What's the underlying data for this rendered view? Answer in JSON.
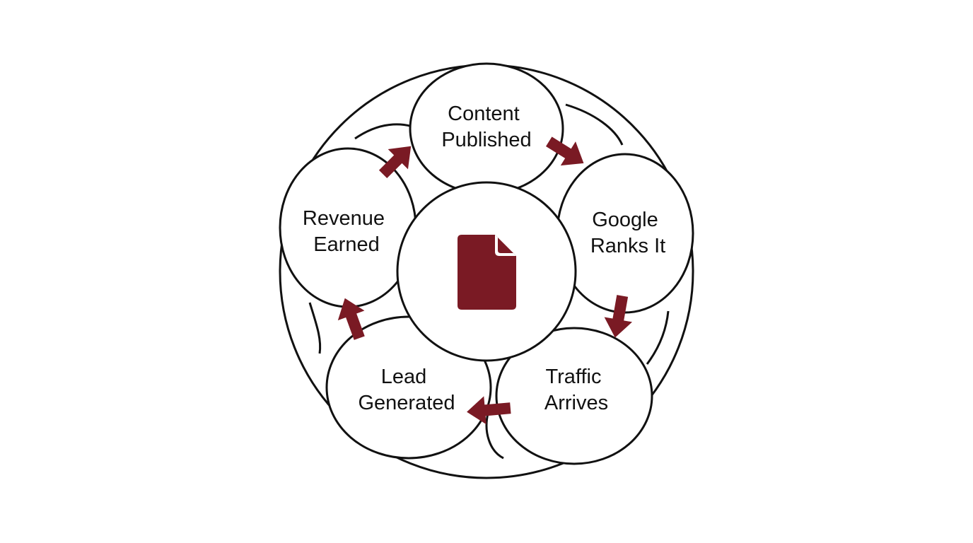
{
  "diagram": {
    "type": "cycle",
    "center_icon": "document-icon",
    "accent_color": "#7a1a24",
    "outline_color": "#111111",
    "stages": [
      {
        "id": "content-published",
        "lines": [
          "Content",
          "Published"
        ]
      },
      {
        "id": "google-ranks-it",
        "lines": [
          "Google",
          "Ranks It"
        ]
      },
      {
        "id": "traffic-arrives",
        "lines": [
          "Traffic",
          "Arrives"
        ]
      },
      {
        "id": "lead-generated",
        "lines": [
          "Lead",
          "Generated"
        ]
      },
      {
        "id": "revenue-earned",
        "lines": [
          "Revenue",
          "Earned"
        ]
      }
    ]
  }
}
